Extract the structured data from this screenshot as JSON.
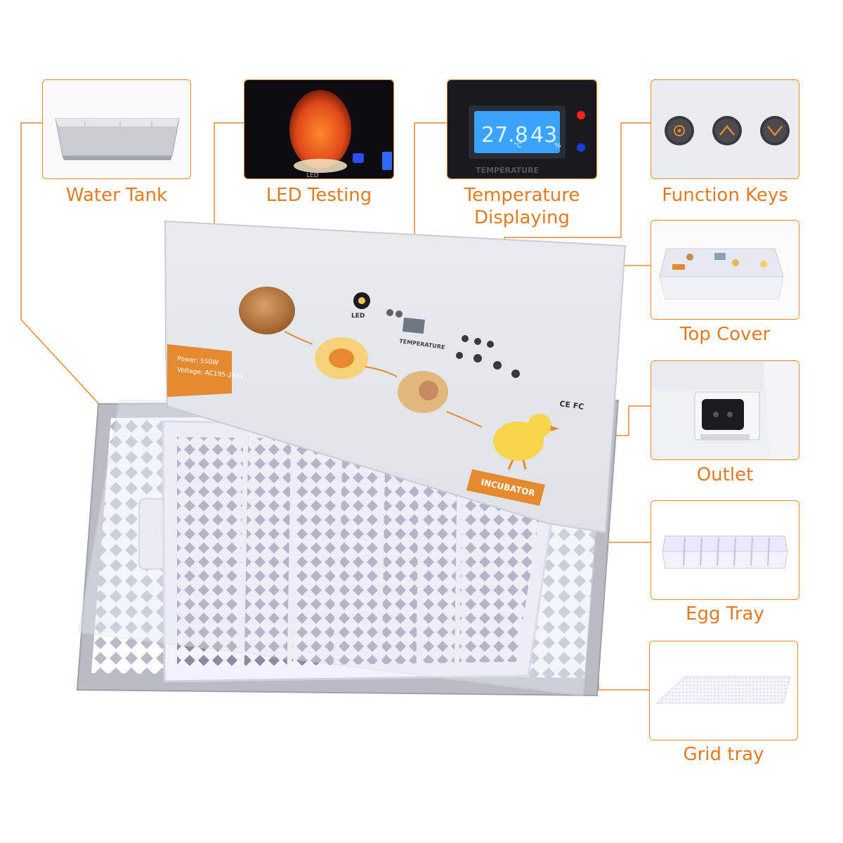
{
  "callouts": {
    "water_tank": "Water Tank",
    "led_testing": "LED Testing",
    "temperature_line1": "Temperature",
    "temperature_line2": "Displaying",
    "function_keys": "Function Keys",
    "top_cover": "Top Cover",
    "outlet": "Outlet",
    "egg_tray": "Egg Tray",
    "grid_tray": "Grid tray"
  },
  "device": {
    "led_mark": "LED",
    "temperature_mark": "TEMPERATURE",
    "power_text": "Power: 550W",
    "voltage_text": "Voltage: AC195-245V",
    "cert_marks": "CE FC",
    "incubator_badge": "INCUBATOR"
  },
  "lcd": {
    "temperature_reading": "27.8",
    "temp_unit": "°C",
    "humidity_reading": "43",
    "humidity_unit": "%",
    "caption": "TEMPERATURE"
  },
  "colors": {
    "accent": "#e58a2f",
    "lcd_background": "#3aa3ff",
    "tray_gray": "#b9bcc2",
    "tray_white": "#f3f1fb"
  }
}
